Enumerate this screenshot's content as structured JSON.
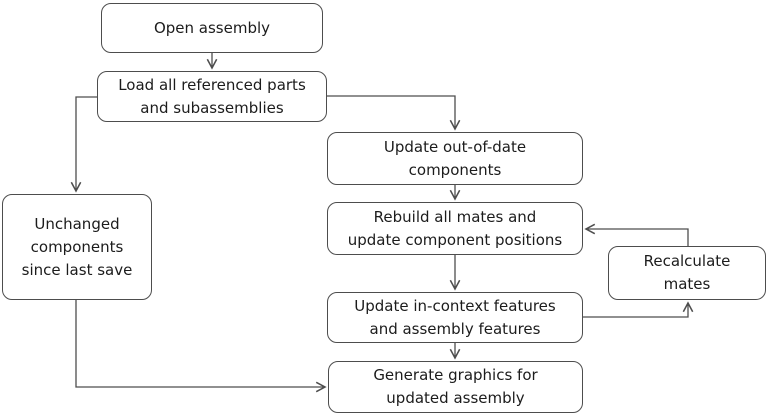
{
  "diagram": {
    "type": "flowchart",
    "colors": {
      "background": "#ffffff",
      "node_fill": "#ffffff",
      "node_border": "#4d4d4d",
      "connector": "#4d4d4d",
      "text": "#1c1c1c"
    },
    "nodes": {
      "open_assembly": {
        "lines": [
          "Open assembly"
        ]
      },
      "load_parts": {
        "lines": [
          "Load all referenced parts",
          "and subassemblies"
        ]
      },
      "update_out_of_date": {
        "lines": [
          "Update out-of-date",
          "components"
        ]
      },
      "rebuild_mates": {
        "lines": [
          "Rebuild all mates and",
          "update component positions"
        ]
      },
      "unchanged_components": {
        "lines": [
          "Unchanged",
          "components",
          "since last save"
        ]
      },
      "recalculate_mates": {
        "lines": [
          "Recalculate",
          "mates"
        ]
      },
      "update_in_context": {
        "lines": [
          "Update in-context features",
          "and assembly features"
        ]
      },
      "generate_graphics": {
        "lines": [
          "Generate graphics for",
          "updated assembly"
        ]
      }
    },
    "edges": [
      {
        "from": "open_assembly",
        "to": "load_parts"
      },
      {
        "from": "load_parts",
        "to": "unchanged_components"
      },
      {
        "from": "load_parts",
        "to": "update_out_of_date"
      },
      {
        "from": "update_out_of_date",
        "to": "rebuild_mates"
      },
      {
        "from": "rebuild_mates",
        "to": "update_in_context"
      },
      {
        "from": "update_in_context",
        "to": "generate_graphics"
      },
      {
        "from": "unchanged_components",
        "to": "generate_graphics"
      },
      {
        "from": "update_in_context",
        "to": "recalculate_mates"
      },
      {
        "from": "recalculate_mates",
        "to": "rebuild_mates"
      }
    ]
  }
}
